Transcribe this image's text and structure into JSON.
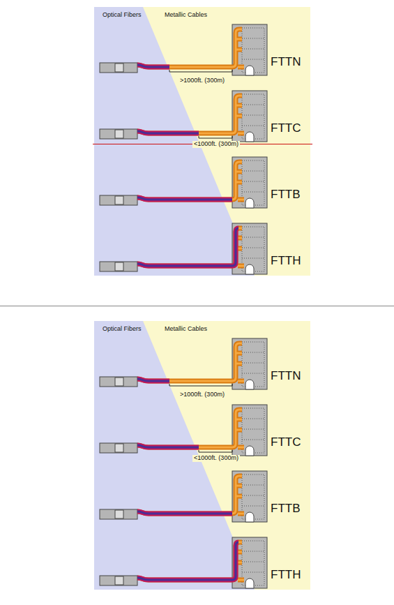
{
  "diagram": {
    "labels": [
      "Optical Fibers",
      "Metallic Cables",
      "FTTN",
      ">1000ft. (300m)",
      "FTTC",
      "<1000ft. (300m)",
      "FTTB",
      "FTTH",
      "Optical Fibers",
      "Metallic Cables",
      "FTTN",
      ">1000ft. (300m)",
      "FTTC",
      "<1000ft. (300m)",
      "FTTB",
      "FTTH"
    ]
  }
}
